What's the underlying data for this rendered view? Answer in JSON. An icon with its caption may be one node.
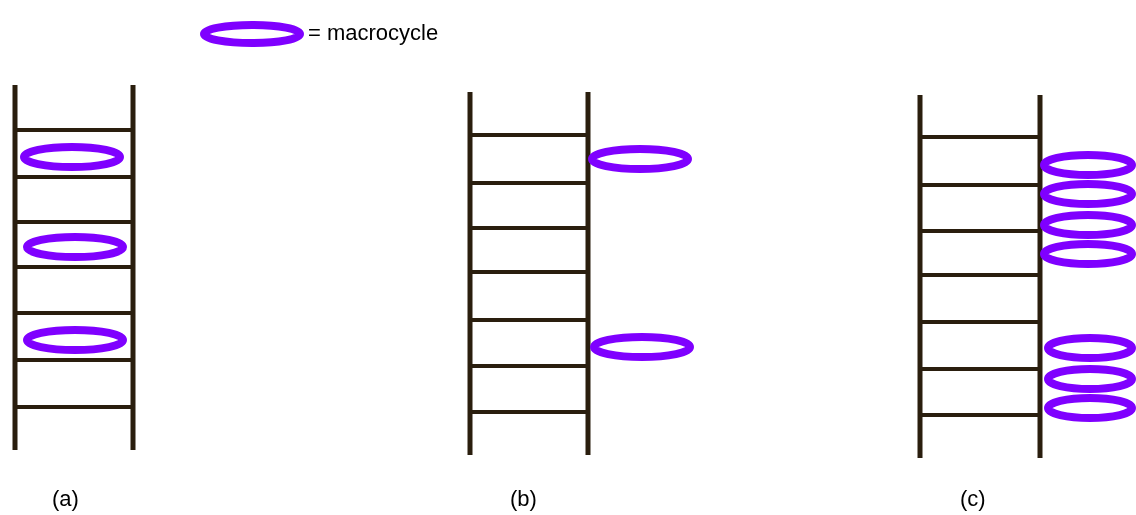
{
  "diagram": {
    "labels": [
      "(a)",
      "(b)",
      "(c)"
    ],
    "legend": [
      {
        "text": "= macrocycle"
      }
    ]
  }
}
